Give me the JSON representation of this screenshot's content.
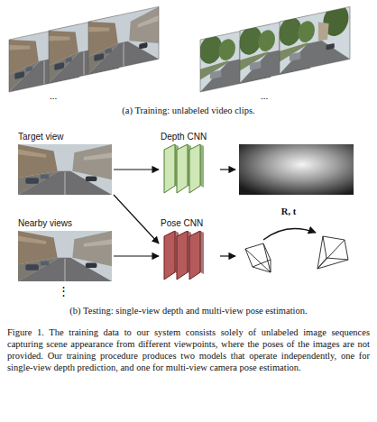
{
  "diagram": {
    "caption": "Figure 1. The training data to our system consists solely of unlabeled image sequences capturing scene appearance from different viewpoints, where the poses of the images are not provided. Our training procedure produces two models that operate independently, one for single-view depth prediction, and one for multi-view camera pose estimation.",
    "nodes": [
      {
        "text": [
          "Target view"
        ]
      },
      {
        "text": [
          "Depth CNN"
        ]
      },
      {
        "text": [
          "Nearby views"
        ]
      },
      {
        "text": [
          "Pose CNN"
        ]
      }
    ],
    "edges": [
      {
        "from": 0,
        "to": 1,
        "arrow": "to"
      },
      {
        "from": 0,
        "to": 3,
        "arrow": "to"
      },
      {
        "from": 2,
        "to": 3,
        "arrow": "to"
      }
    ],
    "labels": [
      "...",
      "...",
      "(a) Training: unlabeled video clips.",
      "R, t",
      "⋮",
      "(b) Testing: single-view depth and multi-view pose estimation."
    ]
  }
}
